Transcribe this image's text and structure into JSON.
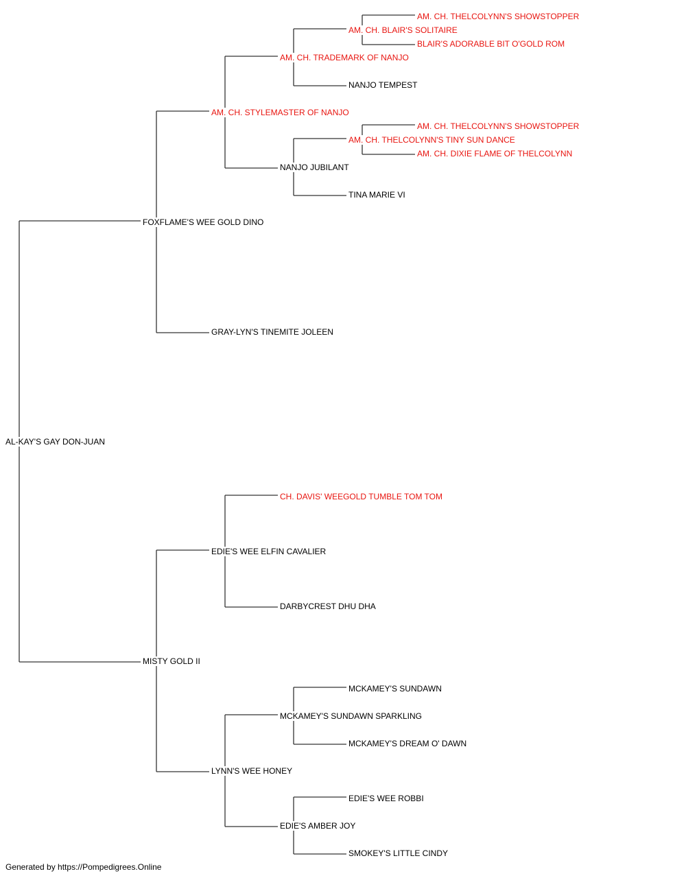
{
  "pedigree": {
    "subject": {
      "name": "AL-KAY'S GAY DON-JUAN",
      "champion": false
    },
    "sire": {
      "name": "FOXFLAME'S WEE GOLD DINO",
      "champion": false
    },
    "sire_sire": {
      "name": "AM. CH. STYLEMASTER OF NANJO",
      "champion": true
    },
    "sire_sire_sire": {
      "name": "AM. CH. TRADEMARK OF NANJO",
      "champion": true
    },
    "sire_sire_sire_sire": {
      "name": "AM. CH. BLAIR'S SOLITAIRE",
      "champion": true
    },
    "sire_sire_sire_sire_sire": {
      "name": "AM. CH. THELCOLYNN'S SHOWSTOPPER",
      "champion": true
    },
    "sire_sire_sire_sire_dam": {
      "name": "BLAIR'S ADORABLE BIT O'GOLD ROM",
      "champion": true
    },
    "sire_sire_sire_dam": {
      "name": "NANJO TEMPEST",
      "champion": false
    },
    "sire_sire_dam": {
      "name": "NANJO JUBILANT",
      "champion": false
    },
    "sire_sire_dam_sire": {
      "name": "AM. CH. THELCOLYNN'S TINY SUN DANCE",
      "champion": true
    },
    "sire_sire_dam_sire_sire": {
      "name": "AM. CH. THELCOLYNN'S SHOWSTOPPER",
      "champion": true
    },
    "sire_sire_dam_sire_dam": {
      "name": "AM. CH. DIXIE FLAME OF THELCOLYNN",
      "champion": true
    },
    "sire_sire_dam_dam": {
      "name": "TINA MARIE VI",
      "champion": false
    },
    "sire_dam": {
      "name": "GRAY-LYN'S TINEMITE JOLEEN",
      "champion": false
    },
    "dam": {
      "name": "MISTY GOLD II",
      "champion": false
    },
    "dam_sire": {
      "name": "EDIE'S WEE ELFIN CAVALIER",
      "champion": false
    },
    "dam_sire_sire": {
      "name": "CH. DAVIS' WEEGOLD TUMBLE TOM TOM",
      "champion": true
    },
    "dam_sire_dam": {
      "name": "DARBYCREST DHU DHA",
      "champion": false
    },
    "dam_dam": {
      "name": "LYNN'S WEE HONEY",
      "champion": false
    },
    "dam_dam_sire": {
      "name": "MCKAMEY'S SUNDAWN SPARKLING",
      "champion": false
    },
    "dam_dam_sire_sire": {
      "name": "MCKAMEY'S SUNDAWN",
      "champion": false
    },
    "dam_dam_sire_dam": {
      "name": "MCKAMEY'S DREAM O' DAWN",
      "champion": false
    },
    "dam_dam_dam": {
      "name": "EDIE'S AMBER JOY",
      "champion": false
    },
    "dam_dam_dam_sire": {
      "name": "EDIE'S WEE ROBBI",
      "champion": false
    },
    "dam_dam_dam_dam": {
      "name": "SMOKEY'S LITTLE CINDY",
      "champion": false
    }
  },
  "footer": {
    "text": "Generated by https://Pompedigrees.Online"
  },
  "colors": {
    "champion": "#e8140f",
    "regular": "#000000",
    "connector": "#333333"
  }
}
